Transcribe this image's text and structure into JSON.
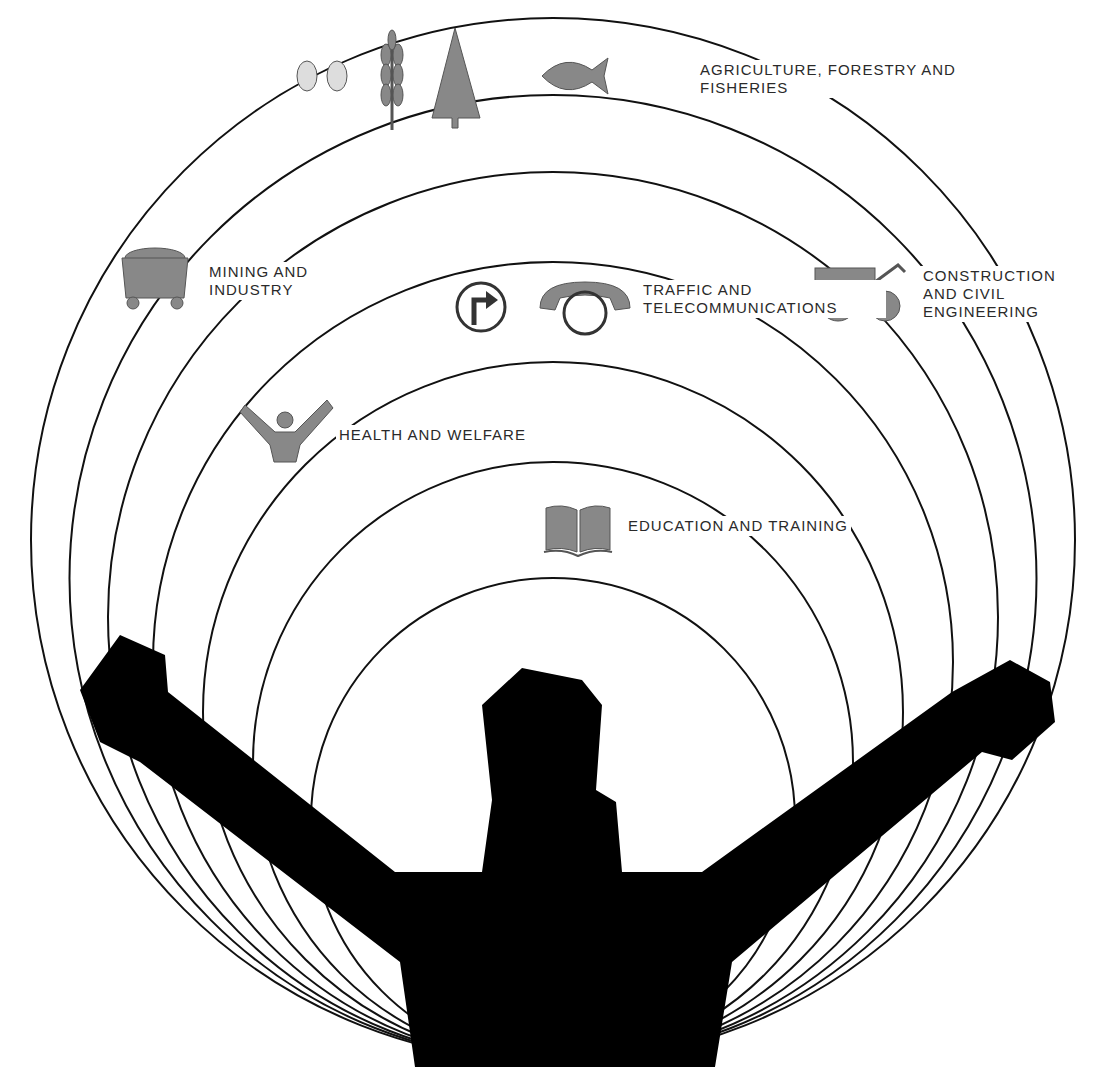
{
  "diagram": {
    "labels": [
      "AGRICULTURE, FORESTRY AND FISHERIES",
      "MINING AND INDUSTRY",
      "TRAFFIC AND TELECOMMUNICATIONS",
      "CONSTRUCTION AND CIVIL ENGINEERING",
      "HEALTH AND WELFARE",
      "EDUCATION AND TRAINING"
    ]
  }
}
